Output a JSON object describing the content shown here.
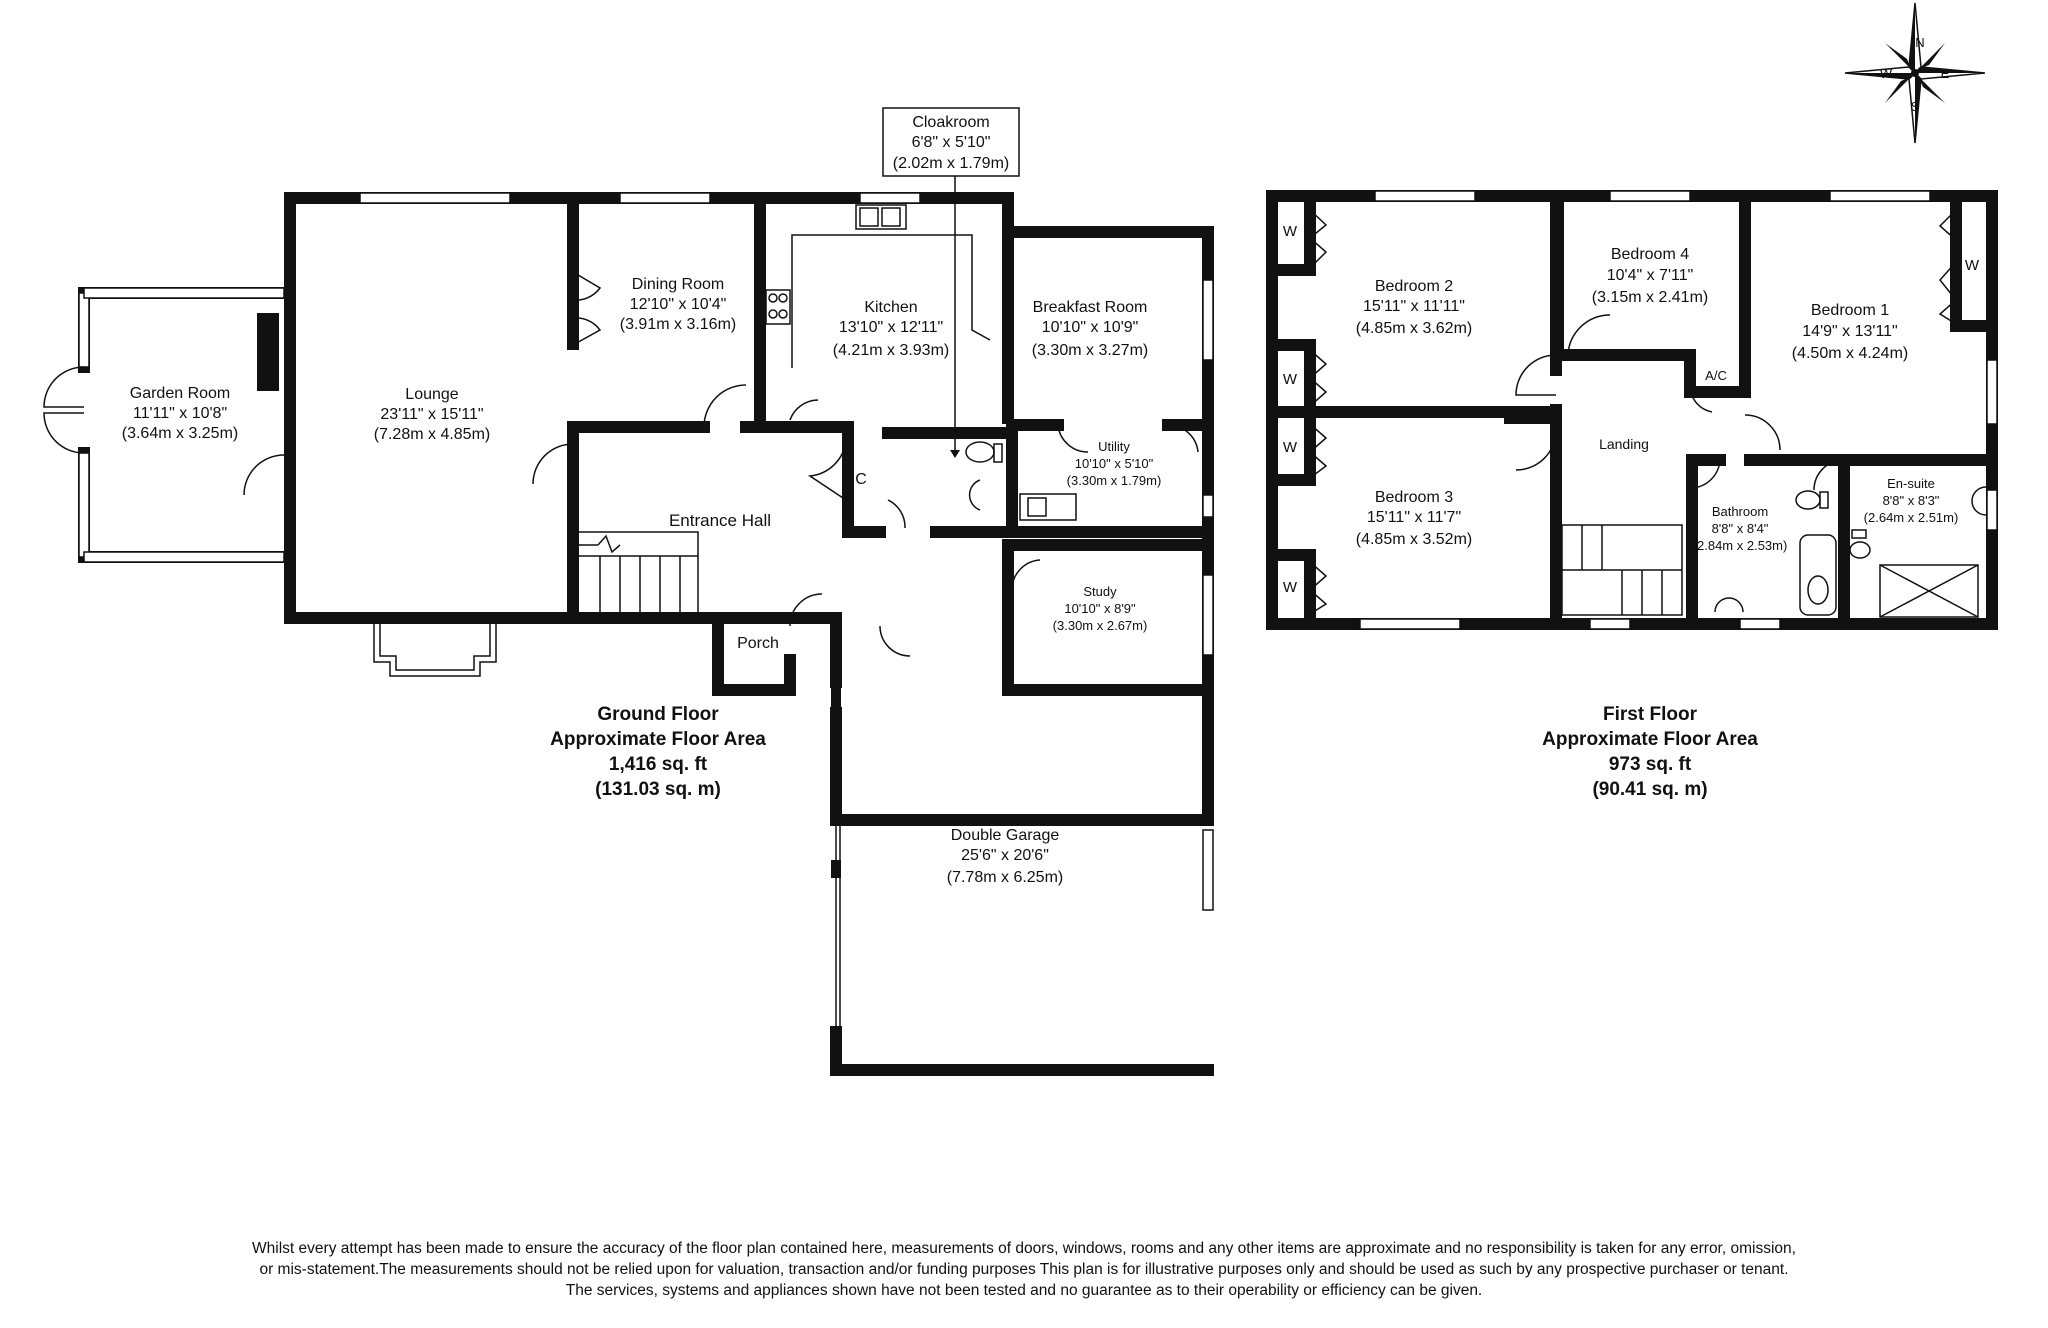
{
  "compass": {
    "n": "N",
    "e": "E",
    "s": "S",
    "w": "W"
  },
  "ground_floor": {
    "rooms": {
      "garden_room": {
        "name": "Garden Room",
        "imperial": "11'11\" x 10'8\"",
        "metric": "(3.64m x 3.25m)"
      },
      "lounge": {
        "name": "Lounge",
        "imperial": "23'11\" x 15'11\"",
        "metric": "(7.28m x 4.85m)"
      },
      "dining_room": {
        "name": "Dining Room",
        "imperial": "12'10\" x 10'4\"",
        "metric": "(3.91m x 3.16m)"
      },
      "kitchen": {
        "name": "Kitchen",
        "imperial": "13'10\" x 12'11\"",
        "metric": "(4.21m x 3.93m)"
      },
      "breakfast_room": {
        "name": "Breakfast Room",
        "imperial": "10'10\" x 10'9\"",
        "metric": "(3.30m x 3.27m)"
      },
      "cloakroom": {
        "name": "Cloakroom",
        "imperial": "6'8\" x 5'10\"",
        "metric": "(2.02m x 1.79m)"
      },
      "utility": {
        "name": "Utility",
        "imperial": "10'10\" x 5'10\"",
        "metric": "(3.30m x 1.79m)"
      },
      "entrance_hall": {
        "name": "Entrance Hall"
      },
      "cupboard": {
        "name": "C"
      },
      "study": {
        "name": "Study",
        "imperial": "10'10\" x 8'9\"",
        "metric": "(3.30m x 2.67m)"
      },
      "porch": {
        "name": "Porch"
      },
      "double_garage": {
        "name": "Double Garage",
        "imperial": "25'6\" x 20'6\"",
        "metric": "(7.78m x 6.25m)"
      }
    },
    "area": {
      "line1": "Ground Floor",
      "line2": "Approximate Floor Area",
      "line3": "1,416 sq. ft",
      "line4": "(131.03 sq. m)"
    }
  },
  "first_floor": {
    "rooms": {
      "bedroom_2": {
        "name": "Bedroom 2",
        "imperial": "15'11\" x 11'11\"",
        "metric": "(4.85m x 3.62m)"
      },
      "bedroom_4": {
        "name": "Bedroom 4",
        "imperial": "10'4\" x 7'11\"",
        "metric": "(3.15m x 2.41m)"
      },
      "bedroom_1": {
        "name": "Bedroom 1",
        "imperial": "14'9\" x 13'11\"",
        "metric": "(4.50m x 4.24m)"
      },
      "bedroom_3": {
        "name": "Bedroom 3",
        "imperial": "15'11\" x 11'7\"",
        "metric": "(4.85m x 3.52m)"
      },
      "landing": {
        "name": "Landing"
      },
      "airing_cupboard": {
        "name": "A/C"
      },
      "bathroom": {
        "name": "Bathroom",
        "imperial": "8'8\" x 8'4\"",
        "metric": "(2.84m x 2.53m)"
      },
      "en_suite": {
        "name": "En-suite",
        "imperial": "8'8\" x 8'3\"",
        "metric": "(2.64m x 2.51m)"
      },
      "wardrobe": {
        "name": "W"
      }
    },
    "area": {
      "line1": "First Floor",
      "line2": "Approximate Floor Area",
      "line3": "973 sq. ft",
      "line4": "(90.41 sq. m)"
    }
  },
  "disclaimer": {
    "line1": "Whilst every attempt has been made to ensure the accuracy of the floor plan contained here, measurements of doors, windows, rooms and any other items are approximate and no responsibility is taken for any error, omission,",
    "line2": "or mis-statement.The measurements should not be relied upon for valuation, transaction and/or funding purposes This plan is for illustrative purposes only and should be used as such by any prospective purchaser or tenant.",
    "line3": "The services, systems and appliances shown have not been tested and no guarantee as to their operability or efficiency can be given."
  }
}
